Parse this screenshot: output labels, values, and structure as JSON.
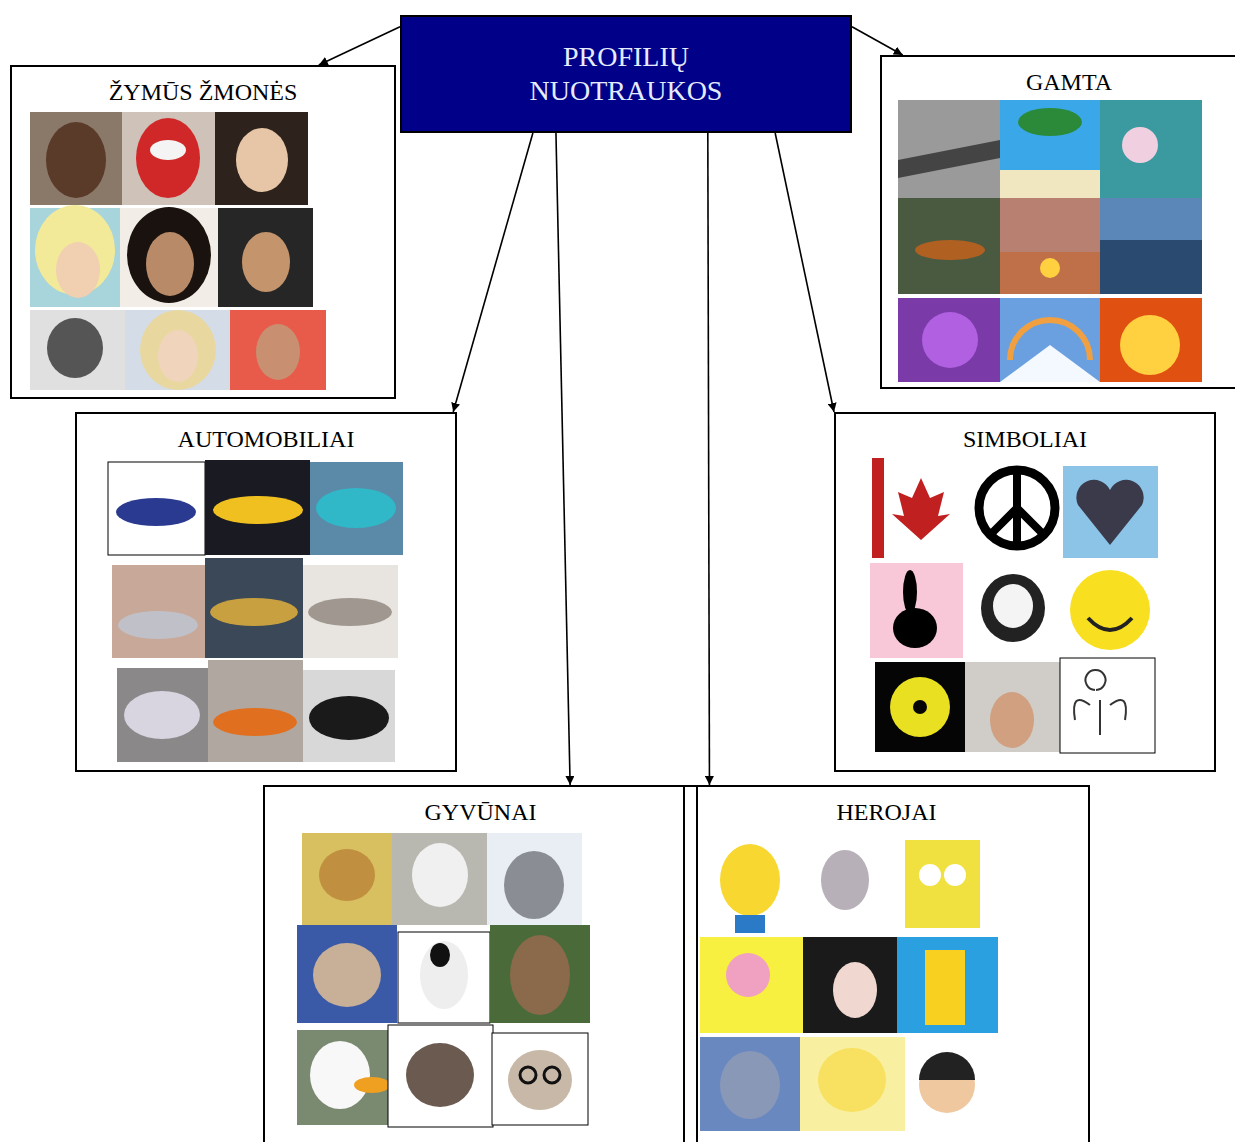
{
  "diagram": {
    "nodes": [
      {
        "text": [
          "PROFILIŲ NUOTRAUKOS"
        ]
      },
      {
        "text": [
          "ŽYMŪS ŽMONĖS"
        ]
      },
      {
        "text": [
          "GAMTA"
        ]
      },
      {
        "text": [
          "AUTOMOBILIAI"
        ]
      },
      {
        "text": [
          "SIMBOLIAI"
        ]
      },
      {
        "text": [
          "GYVŪNAI"
        ]
      },
      {
        "text": [
          "HEROJAI"
        ]
      }
    ],
    "edges": [
      {
        "from": 0,
        "to": 1,
        "arrow": "to"
      },
      {
        "from": 0,
        "to": 2,
        "arrow": "to"
      },
      {
        "from": 0,
        "to": 3,
        "arrow": "to"
      },
      {
        "from": 0,
        "to": 4,
        "arrow": "to"
      },
      {
        "from": 0,
        "to": 5,
        "arrow": "to"
      },
      {
        "from": 0,
        "to": 6,
        "arrow": "to"
      }
    ]
  }
}
